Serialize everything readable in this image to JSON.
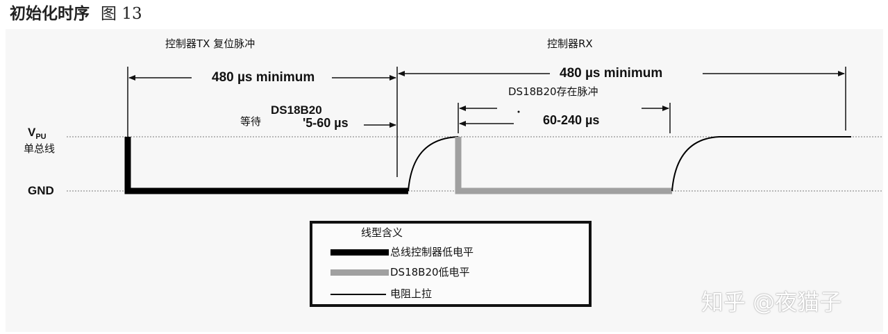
{
  "title": "初始化时序",
  "figure_label": "图 13",
  "labels": {
    "tx_header": "控制器TX 复位脉冲",
    "rx_header": "控制器RX",
    "tx_duration": "480 µs minimum",
    "rx_duration": "480 µs minimum",
    "presence_header": "DS18B20存在脉冲",
    "wait_name": "DS18B20",
    "wait_label": "等待",
    "wait_duration": "'5-60 µs",
    "presence_duration": "60-240 µs",
    "vpu_main": "V",
    "vpu_sub": "PU",
    "bus_label": "单总线",
    "gnd_label": "GND"
  },
  "legend": {
    "title": "线型含义",
    "items": [
      {
        "label": "总线控制器低电平",
        "style": "thick-black",
        "color": "#000000"
      },
      {
        "label": "DS18B20低电平",
        "style": "thick-gray",
        "color": "#a0a0a0"
      },
      {
        "label": "电阻上拉",
        "style": "thin-black",
        "color": "#000000"
      }
    ]
  },
  "watermark": "知乎 @夜猫子",
  "colors": {
    "controller_low": "#000000",
    "sensor_low": "#a0a0a0",
    "pullup": "#000000",
    "reference_line": "#777777"
  }
}
